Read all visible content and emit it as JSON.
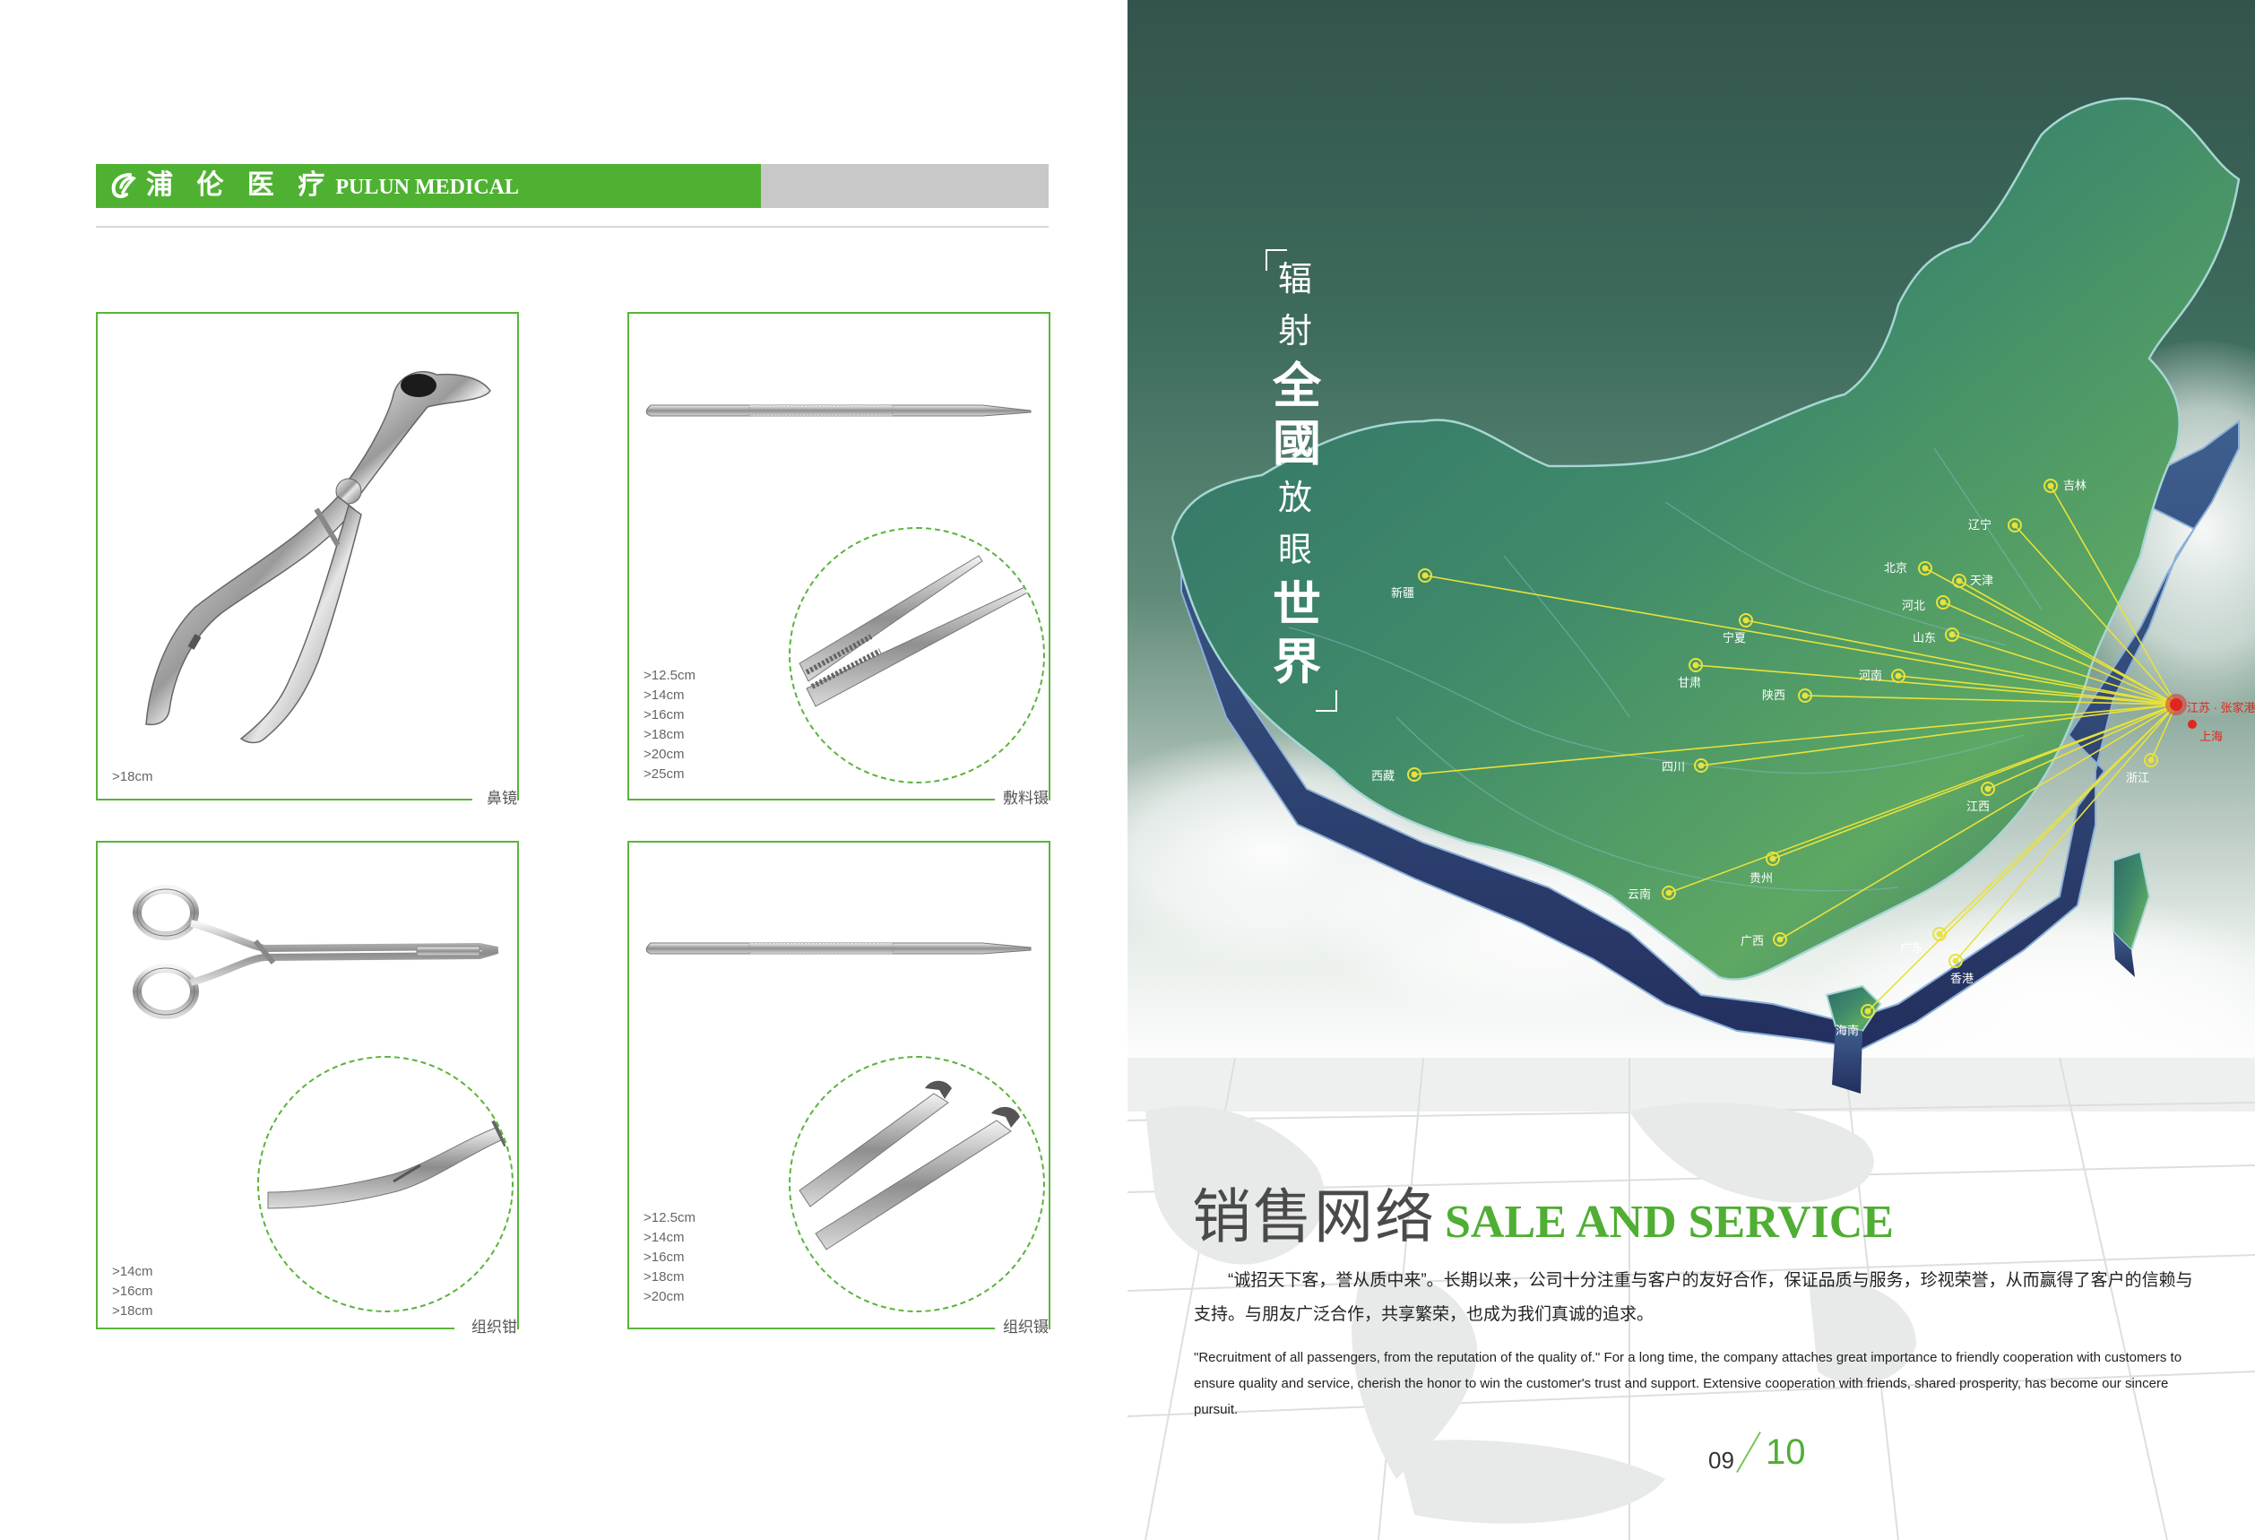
{
  "brand": {
    "name_cn": "浦 伦 医 疗",
    "name_en": "PULUN MEDICAL"
  },
  "products": [
    {
      "name": "鼻镜",
      "sizes": [
        ">18cm"
      ]
    },
    {
      "name": "敷料镊",
      "sizes": [
        ">12.5cm",
        ">14cm",
        ">16cm",
        ">18cm",
        ">20cm",
        ">25cm"
      ]
    },
    {
      "name": "组织钳",
      "sizes": [
        ">14cm",
        ">16cm",
        ">18cm"
      ]
    },
    {
      "name": "组织镊",
      "sizes": [
        ">12.5cm",
        ">14cm",
        ">16cm",
        ">18cm",
        ">20cm"
      ]
    }
  ],
  "slogan": [
    "辐",
    "射",
    "全",
    "國",
    "放",
    "眼",
    "世",
    "界"
  ],
  "map": {
    "hub": "江苏 · 张家港",
    "hub2": "上海",
    "cities": [
      "吉林",
      "辽宁",
      "北京",
      "天津",
      "河北",
      "山东",
      "新疆",
      "宁夏",
      "甘肃",
      "河南",
      "陕西",
      "西藏",
      "四川",
      "浙江",
      "江西",
      "贵州",
      "云南",
      "广西",
      "广东",
      "香港",
      "海南"
    ]
  },
  "section": {
    "title_cn": "销售网络",
    "title_en": "SALE AND SERVICE",
    "para_cn": "“诚招天下客，誉从质中来”。长期以来，公司十分注重与客户的友好合作，保证品质与服务，珍视荣誉，从而赢得了客户的信赖与支持。与朋友广泛合作，共享繁荣，也成为我们真诚的追求。",
    "para_en": "\"Recruitment of all passengers, from the reputation of the quality of.\" For a long time, the company attaches great importance to friendly cooperation with customers to ensure quality and service, cherish the honor to win the customer's trust and support. Extensive cooperation with friends, shared prosperity, has become our sincere pursuit."
  },
  "pages": {
    "left": "09",
    "right": "10"
  },
  "colors": {
    "brand_green": "#4fb132",
    "brand_gray": "#c8c8c8",
    "map_teal": "#3f7a72",
    "line_yellow": "#e8e23a",
    "hub_red": "#e0261f"
  }
}
